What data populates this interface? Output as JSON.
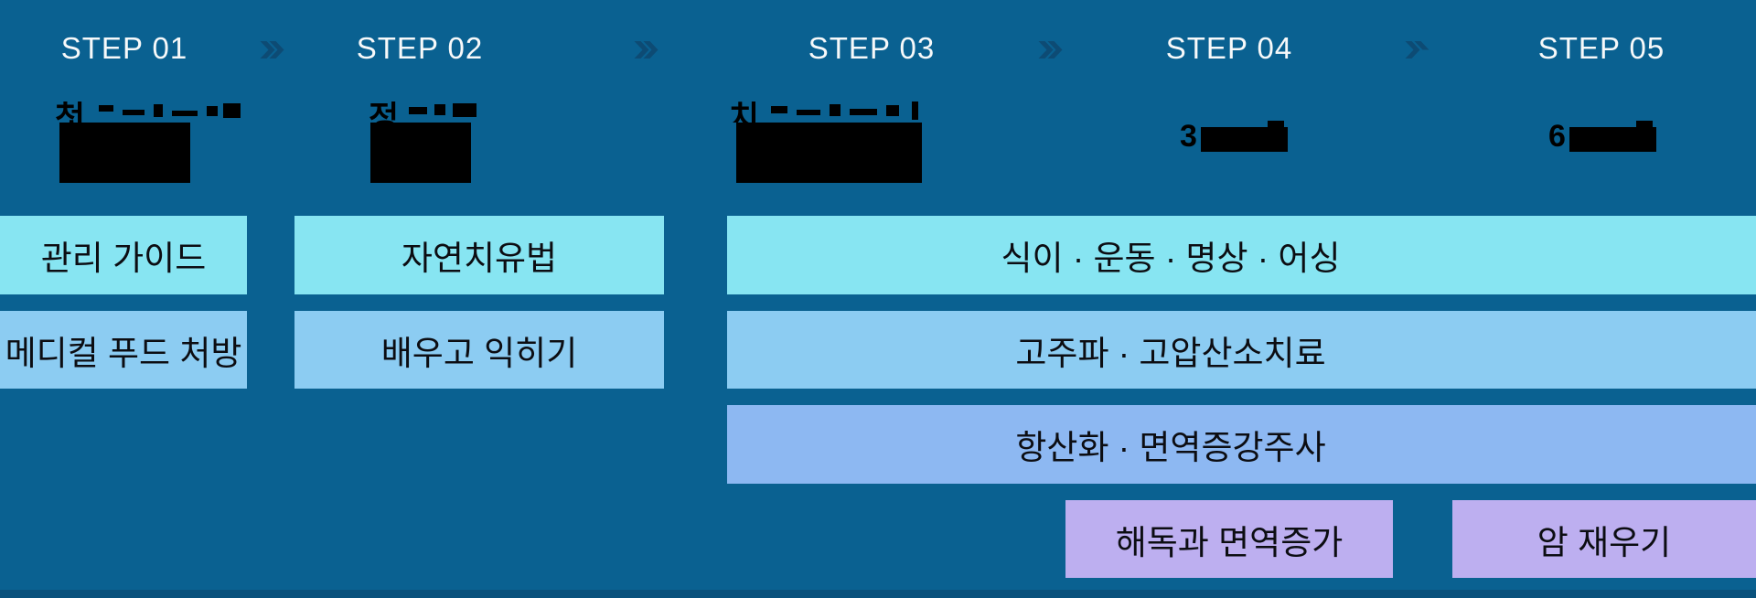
{
  "colors": {
    "background": "#0a6191",
    "chevron": "#0d4b74",
    "row1_cyan": "#87e5f2",
    "row2_sky": "#8cccf2",
    "row3_periwinkle": "#8db8f2",
    "row4_purple": "#bdaff0",
    "heading_text": "#f7f9fa",
    "bar_text": "#0c0d12",
    "redaction": "#000000"
  },
  "steps": [
    {
      "label": "STEP 01",
      "sub_redacted": true,
      "visible_fragment": "첫"
    },
    {
      "label": "STEP 02",
      "sub_redacted": true,
      "visible_fragment": "정"
    },
    {
      "label": "STEP 03",
      "sub_redacted": true,
      "visible_fragment": "치"
    },
    {
      "label": "STEP 04",
      "sub_redacted": true,
      "visible_fragment": "3"
    },
    {
      "label": "STEP 05",
      "sub_redacted": true,
      "visible_fragment": "6"
    }
  ],
  "chevron_icon": "double-chevron-right-icon",
  "bars": {
    "step1": [
      {
        "label": "관리 가이드"
      },
      {
        "label": "메디컬 푸드 처방"
      }
    ],
    "step2": [
      {
        "label": "자연치유법"
      },
      {
        "label": "배우고 익히기"
      }
    ],
    "shared_steps_3_to_5": [
      {
        "label": "식이 · 운동 · 명상 · 어싱"
      },
      {
        "label": "고주파 · 고압산소치료"
      },
      {
        "label": "항산화 · 면역증강주사"
      }
    ],
    "step4_bottom": {
      "label": "해독과 면역증가"
    },
    "step5_bottom": {
      "label": "암 재우기"
    }
  }
}
